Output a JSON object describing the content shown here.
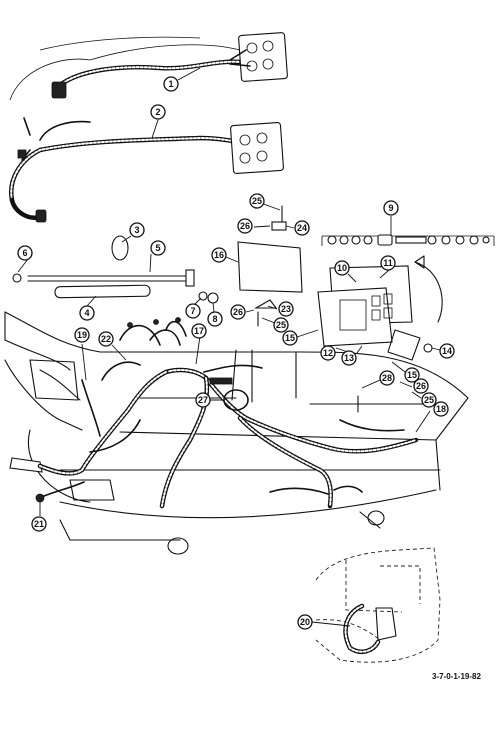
{
  "figure": {
    "reference_code": "3-7-0-1-19-82"
  },
  "callouts": [
    {
      "id": "c1",
      "label": "1"
    },
    {
      "id": "c2",
      "label": "2"
    },
    {
      "id": "c3",
      "label": "3"
    },
    {
      "id": "c4",
      "label": "4"
    },
    {
      "id": "c5",
      "label": "5"
    },
    {
      "id": "c6",
      "label": "6"
    },
    {
      "id": "c7",
      "label": "7"
    },
    {
      "id": "c8",
      "label": "8"
    },
    {
      "id": "c9",
      "label": "9"
    },
    {
      "id": "c10",
      "label": "10"
    },
    {
      "id": "c11",
      "label": "11"
    },
    {
      "id": "c12",
      "label": "12"
    },
    {
      "id": "c13",
      "label": "13"
    },
    {
      "id": "c14",
      "label": "14"
    },
    {
      "id": "c15a",
      "label": "15"
    },
    {
      "id": "c15b",
      "label": "15"
    },
    {
      "id": "c16",
      "label": "16"
    },
    {
      "id": "c17",
      "label": "17"
    },
    {
      "id": "c18",
      "label": "18"
    },
    {
      "id": "c19",
      "label": "19"
    },
    {
      "id": "c20",
      "label": "20"
    },
    {
      "id": "c21",
      "label": "21"
    },
    {
      "id": "c22",
      "label": "22"
    },
    {
      "id": "c23",
      "label": "23"
    },
    {
      "id": "c24",
      "label": "24"
    },
    {
      "id": "c25a",
      "label": "25"
    },
    {
      "id": "c25b",
      "label": "25"
    },
    {
      "id": "c25c",
      "label": "25"
    },
    {
      "id": "c26a",
      "label": "26"
    },
    {
      "id": "c26b",
      "label": "26"
    },
    {
      "id": "c26c",
      "label": "26"
    },
    {
      "id": "c27",
      "label": "27"
    },
    {
      "id": "c28",
      "label": "28"
    }
  ]
}
